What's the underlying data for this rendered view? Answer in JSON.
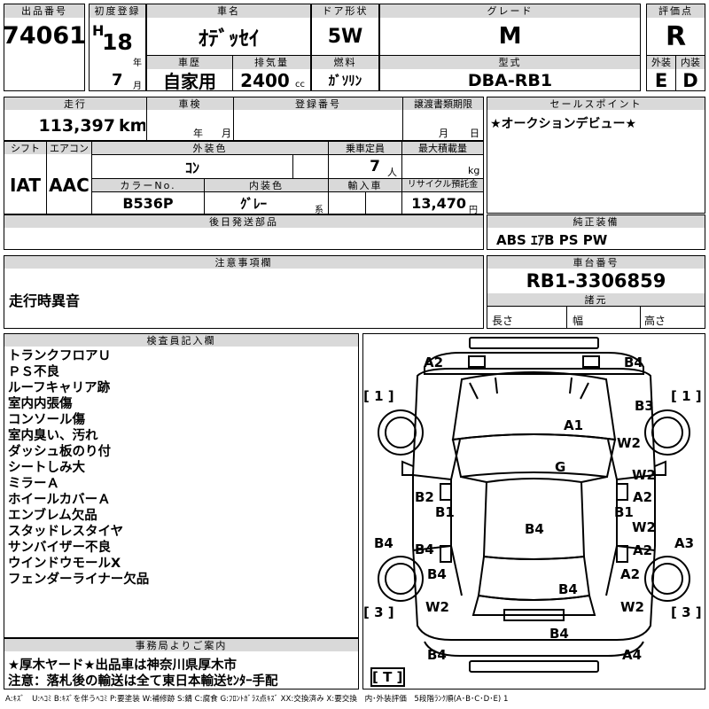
{
  "header": {
    "lot_number_label": "出品番号",
    "lot_number": "74061",
    "first_reg_label": "初度登録",
    "era": "H",
    "reg_year": "18",
    "year_unit": "年",
    "reg_month": "7",
    "month_unit": "月",
    "car_name_label": "車名",
    "car_name": "ｵﾃﾞｯｾｲ",
    "history_label": "車歴",
    "history": "自家用",
    "displacement_label": "排気量",
    "displacement": "2400",
    "displacement_unit": "cc",
    "door_label": "ドア形状",
    "door": "5W",
    "fuel_label": "燃料",
    "fuel": "ｶﾞｿﾘﾝ",
    "grade_label": "グレード",
    "grade": "M",
    "model_label": "型式",
    "model": "DBA-RB1",
    "score_label": "評価点",
    "score": "R",
    "ext_label": "外装",
    "ext": "E",
    "int_label": "内装",
    "int": "D"
  },
  "row2": {
    "mileage_label": "走行",
    "mileage": "113,397",
    "mileage_unit": "km",
    "inspection_label": "車検",
    "inspection_year_unit": "年",
    "inspection_month_unit": "月",
    "plate_label": "登録番号",
    "transfer_label": "譲渡書類期限",
    "transfer_month_unit": "月",
    "transfer_day_unit": "日",
    "sales_label": "セールスポイント",
    "sales_text": "★オークションデビュー★"
  },
  "row3": {
    "shift_label": "シフト",
    "shift": "IAT",
    "ac_label": "エアコン",
    "ac": "AAC",
    "ext_color_label": "外装色",
    "ext_color": "ｺﾝ",
    "capacity_label": "乗車定員",
    "capacity": "7",
    "capacity_unit": "人",
    "load_label": "最大積載量",
    "load_unit": "kg",
    "color_no_label": "カラーNo.",
    "color_no": "B536P",
    "int_color_label": "内装色",
    "int_color": "ｸﾞﾚｰ",
    "int_color_unit": "系",
    "import_label": "輸入車",
    "recycle_label": "リサイクル預託金",
    "recycle": "13,470",
    "recycle_unit": "円"
  },
  "row4": {
    "later_parts_label": "後日発送部品",
    "equipment_label": "純正装備",
    "equipment": "ABS ｴｱB PS PW"
  },
  "notes": {
    "label": "注意事項欄",
    "text": "走行時異音"
  },
  "chassis": {
    "label": "車台番号",
    "number": "RB1-3306859",
    "specs_label": "諸元",
    "length_label": "長さ",
    "width_label": "幅",
    "height_label": "高さ"
  },
  "inspector": {
    "label": "検査員記入欄",
    "items": [
      "トランクフロアＵ",
      "ＰＳ不良",
      "ルーフキャリア跡",
      "室内内張傷",
      "コンソール傷",
      "室内臭い、汚れ",
      "ダッシュ板のり付",
      "シートしみ大",
      "ミラーＡ",
      "ホイールカバーＡ",
      "エンブレム欠品",
      "スタッドレスタイヤ",
      "サンバイザー不良",
      "ウインドウモールX",
      "フェンダーライナー欠品"
    ]
  },
  "office": {
    "label": "事務局よりご案内",
    "line1": "★厚木ヤード★出品車は神奈川県厚木市",
    "line2": "注意：落札後の輸送は全て東日本輸送ｾﾝﾀｰ手配"
  },
  "diagram": {
    "tire_left_front": "[ 1 ]",
    "tire_right_front": "[ 1 ]",
    "tire_left_rear": "[ 3 ]",
    "tire_right_rear": "[ 3 ]",
    "spare": "[ T ]",
    "marks": {
      "front_left": "A2",
      "front_right": "B4",
      "b3": "B3",
      "a1": "A1",
      "w2_r1": "W2",
      "g": "G",
      "w2_r2": "W2",
      "b2": "B2",
      "a2_r1": "A2",
      "b1_l": "B1",
      "b1_r": "B1",
      "w2_r3": "W2",
      "b4_l": "B4",
      "b4_mid": "B4",
      "a3": "A3",
      "b4_l2": "B4",
      "a2_r2": "A2",
      "b4_l3": "B4",
      "a2_r3": "A2",
      "b4_c2": "B4",
      "w2_l": "W2",
      "w2_r4": "W2",
      "b4_rear": "B4",
      "b4_rl": "B4",
      "a4": "A4"
    }
  },
  "legend": "A:ｷｽﾞ　U:ﾍｺﾐ B:ｷｽﾞを伴うﾍｺﾐ P:要塗装 W:補修跡 S:錆 C:腐食 G:ﾌﾛﾝﾄｶﾞﾗｽ点ｷｽﾞ XX:交換済み X:要交換　内･外装評価　5段階ﾗﾝｸ順(A･B･C･D･E) 1"
}
